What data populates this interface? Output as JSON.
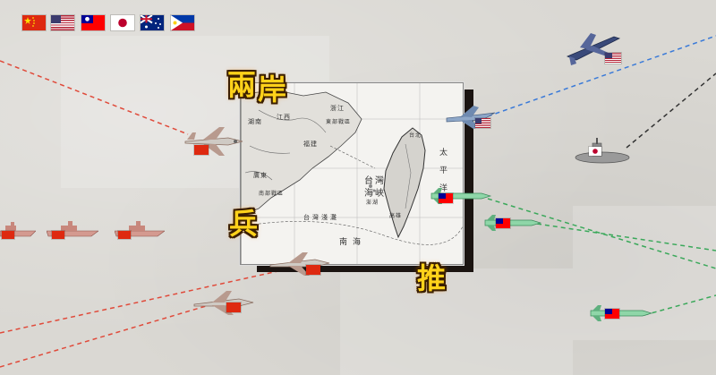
{
  "title_chars": [
    "兩",
    "岸",
    "兵",
    "推"
  ],
  "flags": [
    {
      "country": "China",
      "icon": "china-flag-icon"
    },
    {
      "country": "United States",
      "icon": "usa-flag-icon"
    },
    {
      "country": "Taiwan",
      "icon": "taiwan-flag-icon"
    },
    {
      "country": "Japan",
      "icon": "japan-flag-icon"
    },
    {
      "country": "Australia",
      "icon": "australia-flag-icon"
    },
    {
      "country": "Philippines",
      "icon": "philippines-flag-icon"
    }
  ],
  "colors": {
    "title_fill": "#ffd21a",
    "title_outline": "#3a1e00",
    "china_red": "#de2910",
    "china_line": "#e04a3a",
    "us_line": "#3a7ad8",
    "taiwan_line": "#3aa85a",
    "japan_line": "#333333"
  },
  "map": {
    "labels": [
      "台",
      "灣",
      "海",
      "峽",
      "南",
      "海",
      "太",
      "平",
      "洋",
      "廣",
      "東",
      "福",
      "建",
      "浙",
      "江",
      "江",
      "西",
      "湖",
      "南",
      "台",
      "北",
      "高",
      "雄",
      "南",
      "部",
      "戰",
      "區",
      "東",
      "部",
      "戰",
      "區",
      "台",
      "灣",
      "淺",
      "灘",
      "澎",
      "湖"
    ]
  },
  "vehicles": [
    {
      "type": "fighter-jet",
      "side": "China"
    },
    {
      "type": "fighter-jet",
      "side": "China"
    },
    {
      "type": "fighter-jet",
      "side": "China"
    },
    {
      "type": "warship",
      "side": "China"
    },
    {
      "type": "warship",
      "side": "China"
    },
    {
      "type": "warship",
      "side": "China"
    },
    {
      "type": "bomber",
      "side": "United States"
    },
    {
      "type": "fighter-jet",
      "side": "United States"
    },
    {
      "type": "submarine",
      "side": "Japan"
    },
    {
      "type": "missile",
      "side": "Taiwan"
    },
    {
      "type": "missile",
      "side": "Taiwan"
    },
    {
      "type": "missile",
      "side": "Taiwan"
    }
  ]
}
